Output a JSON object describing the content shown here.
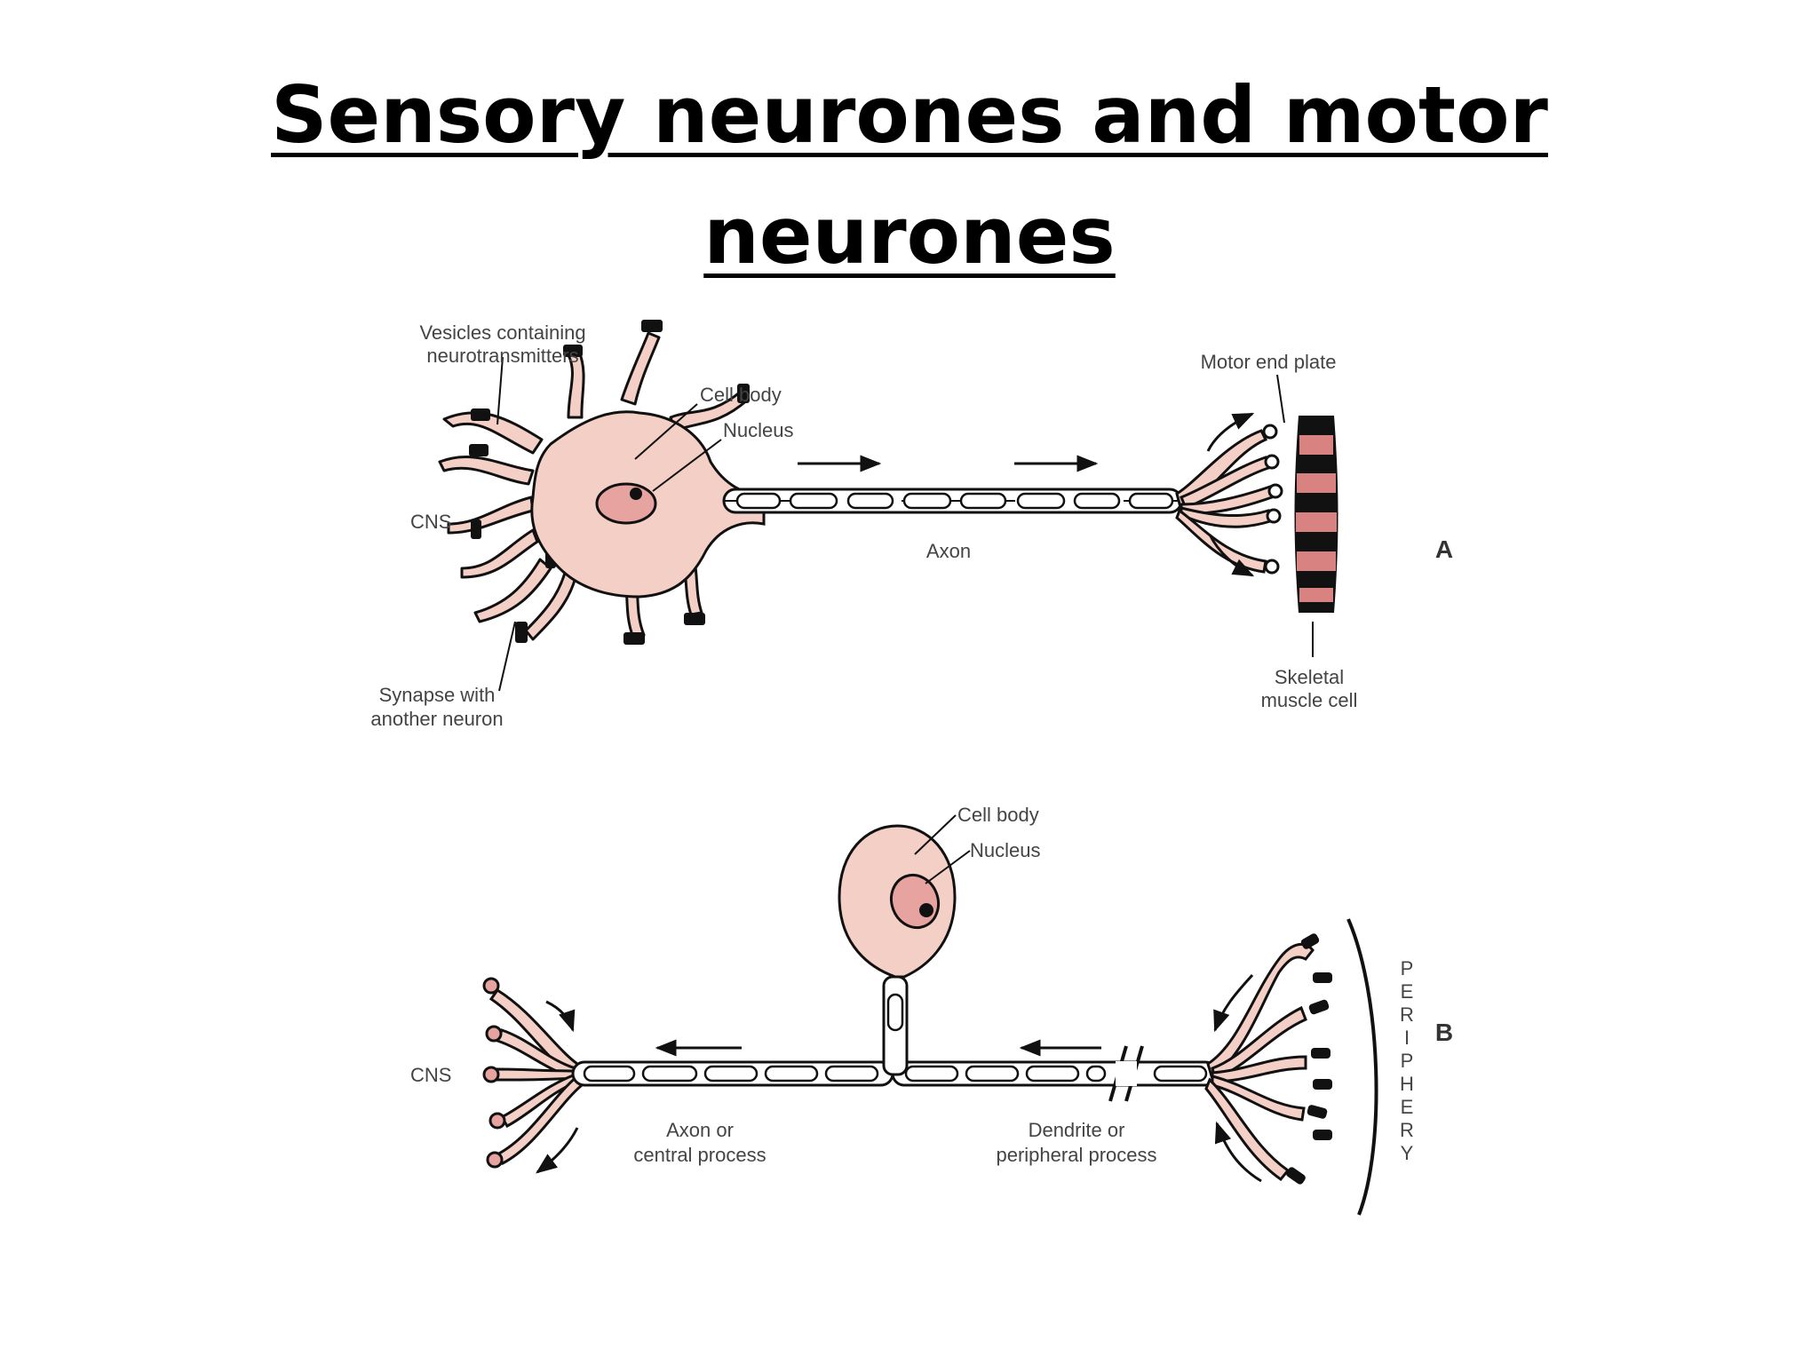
{
  "title": {
    "line1": "Sensory neurones and motor",
    "line2": "neurones"
  },
  "panel_a": {
    "letter": "A",
    "labels": {
      "vesicles_1": "Vesicles containing",
      "vesicles_2": "neurotransmitters",
      "cell_body": "Cell body",
      "nucleus": "Nucleus",
      "cns": "CNS",
      "synapse_1": "Synapse with",
      "synapse_2": "another neuron",
      "axon": "Axon",
      "motor_end_plate": "Motor end plate",
      "skeletal_1": "Skeletal",
      "skeletal_2": "muscle cell"
    }
  },
  "panel_b": {
    "letter": "B",
    "labels": {
      "cell_body": "Cell body",
      "nucleus": "Nucleus",
      "cns": "CNS",
      "axon_1": "Axon or",
      "axon_2": "central process",
      "dendrite_1": "Dendrite or",
      "dendrite_2": "peripheral process",
      "periphery": [
        "P",
        "E",
        "R",
        "I",
        "P",
        "H",
        "E",
        "R",
        "Y"
      ]
    }
  },
  "colors": {
    "cell_fill": "#f3cfc6",
    "nucleus_fill": "#e6a3a0",
    "muscle_band": "#d98282",
    "outline": "#111111"
  }
}
